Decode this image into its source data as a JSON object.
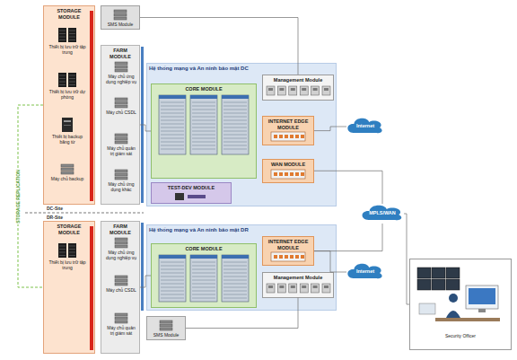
{
  "diagram": {
    "nodes": [
      {
        "text": [
          "STORAGE MODULE"
        ]
      },
      {
        "text": [
          "Thiết bị lưu trữ tập trung"
        ],
        "in": 0
      },
      {
        "text": [
          "Thiết bị lưu trữ dự phòng"
        ],
        "in": 0
      },
      {
        "text": [
          "Thiết bị backup băng từ"
        ],
        "in": 0
      },
      {
        "text": [
          "Máy chủ backup"
        ],
        "in": 0
      },
      {
        "text": [
          "FARM MODULE"
        ]
      },
      {
        "text": [
          "Máy chủ ứng dụng nghiệp vụ"
        ],
        "in": 5
      },
      {
        "text": [
          "Máy chủ CSDL"
        ],
        "in": 5
      },
      {
        "text": [
          "Máy chủ quản trị giám sát"
        ],
        "in": 5
      },
      {
        "text": [
          "Máy chủ ứng dụng khác"
        ],
        "in": 5
      },
      {
        "text": [
          "SMS Module"
        ]
      },
      {
        "text": [
          "Hệ thống mạng và An ninh bảo mật DC"
        ]
      },
      {
        "text": [
          "CORE MODULE"
        ],
        "in": 11
      },
      {
        "text": [
          "TEST-DEV MODULE"
        ],
        "in": 11
      },
      {
        "text": [
          "Management Module"
        ],
        "in": 11
      },
      {
        "text": [
          "INTERNET EDGE MODULE"
        ],
        "in": 11
      },
      {
        "text": [
          "WAN MODULE"
        ],
        "in": 11
      },
      {
        "text": [
          "Internet"
        ]
      },
      {
        "text": [
          "MPLS/WAN"
        ]
      },
      {
        "text": [
          "STORAGE MODULE"
        ]
      },
      {
        "text": [
          "Thiết bị lưu trữ tập trung"
        ],
        "in": 19
      },
      {
        "text": [
          "FARM MODULE"
        ]
      },
      {
        "text": [
          "Máy chủ ứng dụng nghiệp vụ"
        ],
        "in": 21
      },
      {
        "text": [
          "Máy chủ CSDL"
        ],
        "in": 21
      },
      {
        "text": [
          "Máy chủ quản trị giám sát"
        ],
        "in": 21
      },
      {
        "text": [
          "SMS Module"
        ]
      },
      {
        "text": [
          "Hệ thống mạng và An ninh bảo mật DR"
        ]
      },
      {
        "text": [
          "CORE MODULE"
        ],
        "in": 26
      },
      {
        "text": [
          "INTERNET EDGE MODULE"
        ],
        "in": 26
      },
      {
        "text": [
          "Management Module"
        ],
        "in": 26
      },
      {
        "text": [
          "Internet"
        ]
      },
      {
        "text": [
          "Security Officer"
        ]
      }
    ],
    "edges": [
      {
        "from": 0,
        "to": 19,
        "arrow": "none",
        "label": "STORAGE REPLICATION"
      },
      {
        "from": 5,
        "to": 12,
        "arrow": "none"
      },
      {
        "from": 10,
        "to": 14,
        "arrow": "none"
      },
      {
        "from": 15,
        "to": 17,
        "arrow": "none"
      },
      {
        "from": 16,
        "to": 18,
        "arrow": "none"
      },
      {
        "from": 18,
        "to": 31,
        "arrow": "none"
      },
      {
        "from": 28,
        "to": 18,
        "arrow": "none"
      },
      {
        "from": 28,
        "to": 30,
        "arrow": "none"
      },
      {
        "from": 21,
        "to": 27,
        "arrow": "none"
      },
      {
        "from": 25,
        "to": 29,
        "arrow": "none"
      }
    ],
    "labels": [
      "DC-Site",
      "DR-Site"
    ]
  }
}
